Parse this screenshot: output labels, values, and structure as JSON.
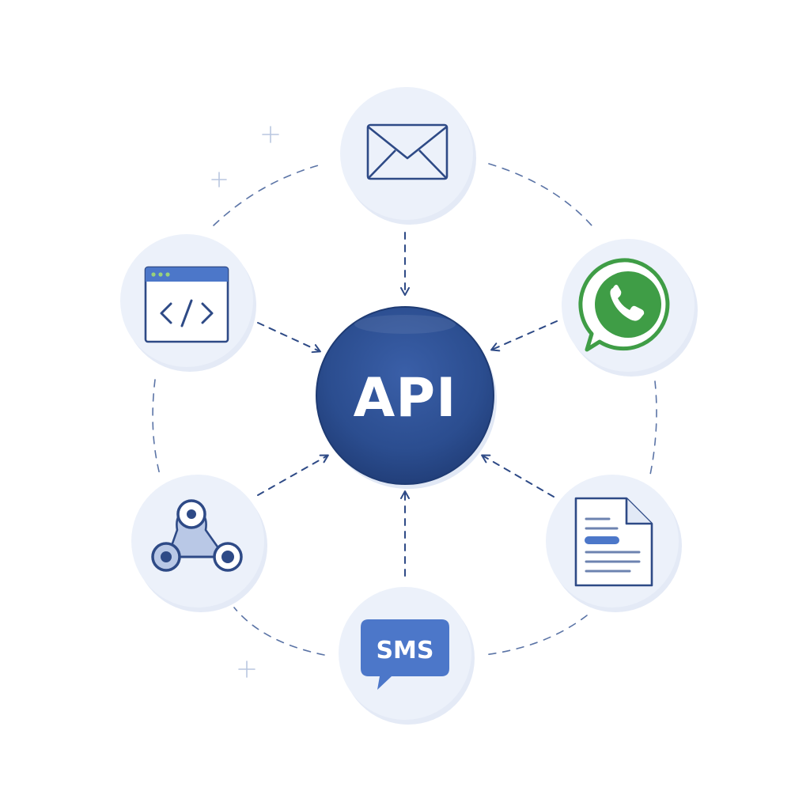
{
  "hub": {
    "label": "API",
    "fill": "#2b4d8f"
  },
  "nodes": [
    {
      "id": "email",
      "icon": "envelope-icon"
    },
    {
      "id": "whatsapp",
      "icon": "whatsapp-icon",
      "color": "#3f9d46"
    },
    {
      "id": "document",
      "icon": "document-icon"
    },
    {
      "id": "sms",
      "icon": "sms-bubble-icon",
      "label": "SMS",
      "color": "#4c77c9"
    },
    {
      "id": "webhook",
      "icon": "webhook-icon"
    },
    {
      "id": "web-code",
      "icon": "browser-code-icon"
    }
  ],
  "colors": {
    "node_bg": "#ecf1fa",
    "ink": "#2e4a86",
    "dash": "#4a669c",
    "sparkle": "#b9c6df"
  }
}
